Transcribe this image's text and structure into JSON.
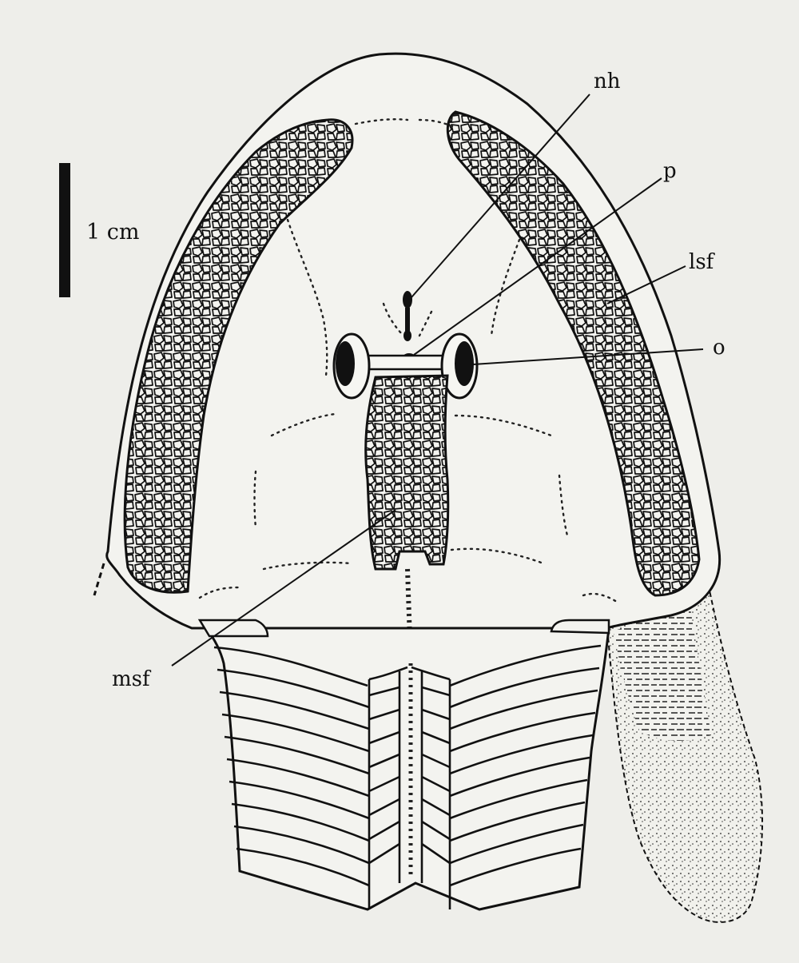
{
  "scale_bar": {
    "label": "1 cm"
  },
  "labels": {
    "nh": "nh",
    "p": "p",
    "lsf": "lsf",
    "o": "o",
    "msf": "msf"
  }
}
